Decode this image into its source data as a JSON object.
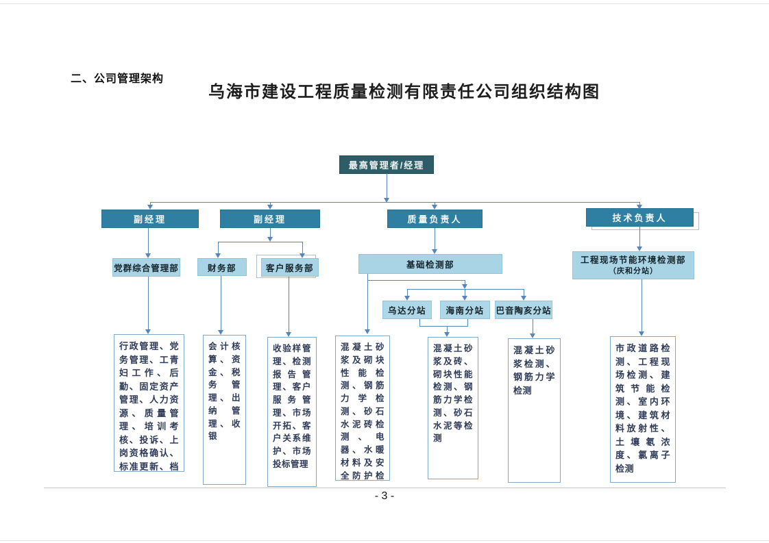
{
  "page": {
    "section_heading": "二、公司管理架构",
    "chart_title": "乌海市建设工程质量检测有限责任公司组织结构图",
    "page_number": "- 3 -"
  },
  "org_chart": {
    "level1": {
      "id": "top",
      "label": "最高管理者/经理"
    },
    "level2": [
      {
        "id": "deputy1",
        "label": "副经理"
      },
      {
        "id": "deputy2",
        "label": "副经理"
      },
      {
        "id": "quality",
        "label": "质量负责人"
      },
      {
        "id": "technical",
        "label": "技术负责人"
      }
    ],
    "level3": [
      {
        "id": "party",
        "label": "党群综合管理部"
      },
      {
        "id": "finance",
        "label": "财务部"
      },
      {
        "id": "customer",
        "label": "客户服务部"
      },
      {
        "id": "basic",
        "label": "基础检测部"
      },
      {
        "id": "site",
        "label": "工程现场节能环境检测部",
        "sublabel": "（庆和分站）"
      }
    ],
    "level4": [
      {
        "id": "wuda",
        "label": "乌达分站"
      },
      {
        "id": "hainan",
        "label": "海南分站"
      },
      {
        "id": "bayintaohai",
        "label": "巴音陶亥分站"
      }
    ],
    "duty_boxes": [
      {
        "id": "duties-party",
        "text": "行政管理、党务管理、工青妇工作、后勤、固定资产管理、人力资源、质量管理、培训考核、投诉、上岗资格确认、标准更新、档案管理、仪器设备管理"
      },
      {
        "id": "duties-finance",
        "text": "会计核算、资金、税务管理、出纳管理、收银"
      },
      {
        "id": "duties-customer",
        "text": "收验样管理、检测报告管理、客户服务管理、市场开拓、客户关系维护、市场投标管理"
      },
      {
        "id": "duties-basic",
        "text": "混凝土砂浆及砌块性能检测、钢筋力学检测、砂石水泥砖检测、电器、水暖材料及安全防护检测、掺和料检测"
      },
      {
        "id": "duties-wuda-hainan",
        "text": "混凝土砂浆及砖、砌块性能检测、钢筋力学检测、砂石水泥等检测"
      },
      {
        "id": "duties-bayintaohai",
        "text": "混凝土砂浆检测、钢筋力学检测"
      },
      {
        "id": "duties-site",
        "text": "市政道路检测、工程现场检测、建筑节能检测、室内环境、建筑材料放射性、土壤氡浓度、氯离子检测"
      }
    ],
    "edges": [
      [
        "top",
        "deputy1"
      ],
      [
        "top",
        "deputy2"
      ],
      [
        "top",
        "quality"
      ],
      [
        "top",
        "technical"
      ],
      [
        "deputy1",
        "party"
      ],
      [
        "deputy2",
        "finance"
      ],
      [
        "deputy2",
        "customer"
      ],
      [
        "quality",
        "basic"
      ],
      [
        "technical",
        "site"
      ],
      [
        "basic",
        "wuda"
      ],
      [
        "basic",
        "hainan"
      ],
      [
        "basic",
        "bayintaohai"
      ],
      [
        "basic",
        "duties-basic"
      ],
      [
        "party",
        "duties-party"
      ],
      [
        "finance",
        "duties-finance"
      ],
      [
        "customer",
        "duties-customer"
      ],
      [
        "wuda",
        "duties-wuda-hainan"
      ],
      [
        "hainan",
        "duties-wuda-hainan"
      ],
      [
        "bayintaohai",
        "duties-bayintaohai"
      ],
      [
        "site",
        "duties-site"
      ]
    ],
    "colors": {
      "level1_fill": "#2d5e68",
      "level2_fill": "#2e7fa1",
      "light_fill": "#a9d4e5",
      "connector": "#5585bb",
      "duty_border": "#7fa8c9",
      "duty_text": "#2e3a57"
    }
  }
}
